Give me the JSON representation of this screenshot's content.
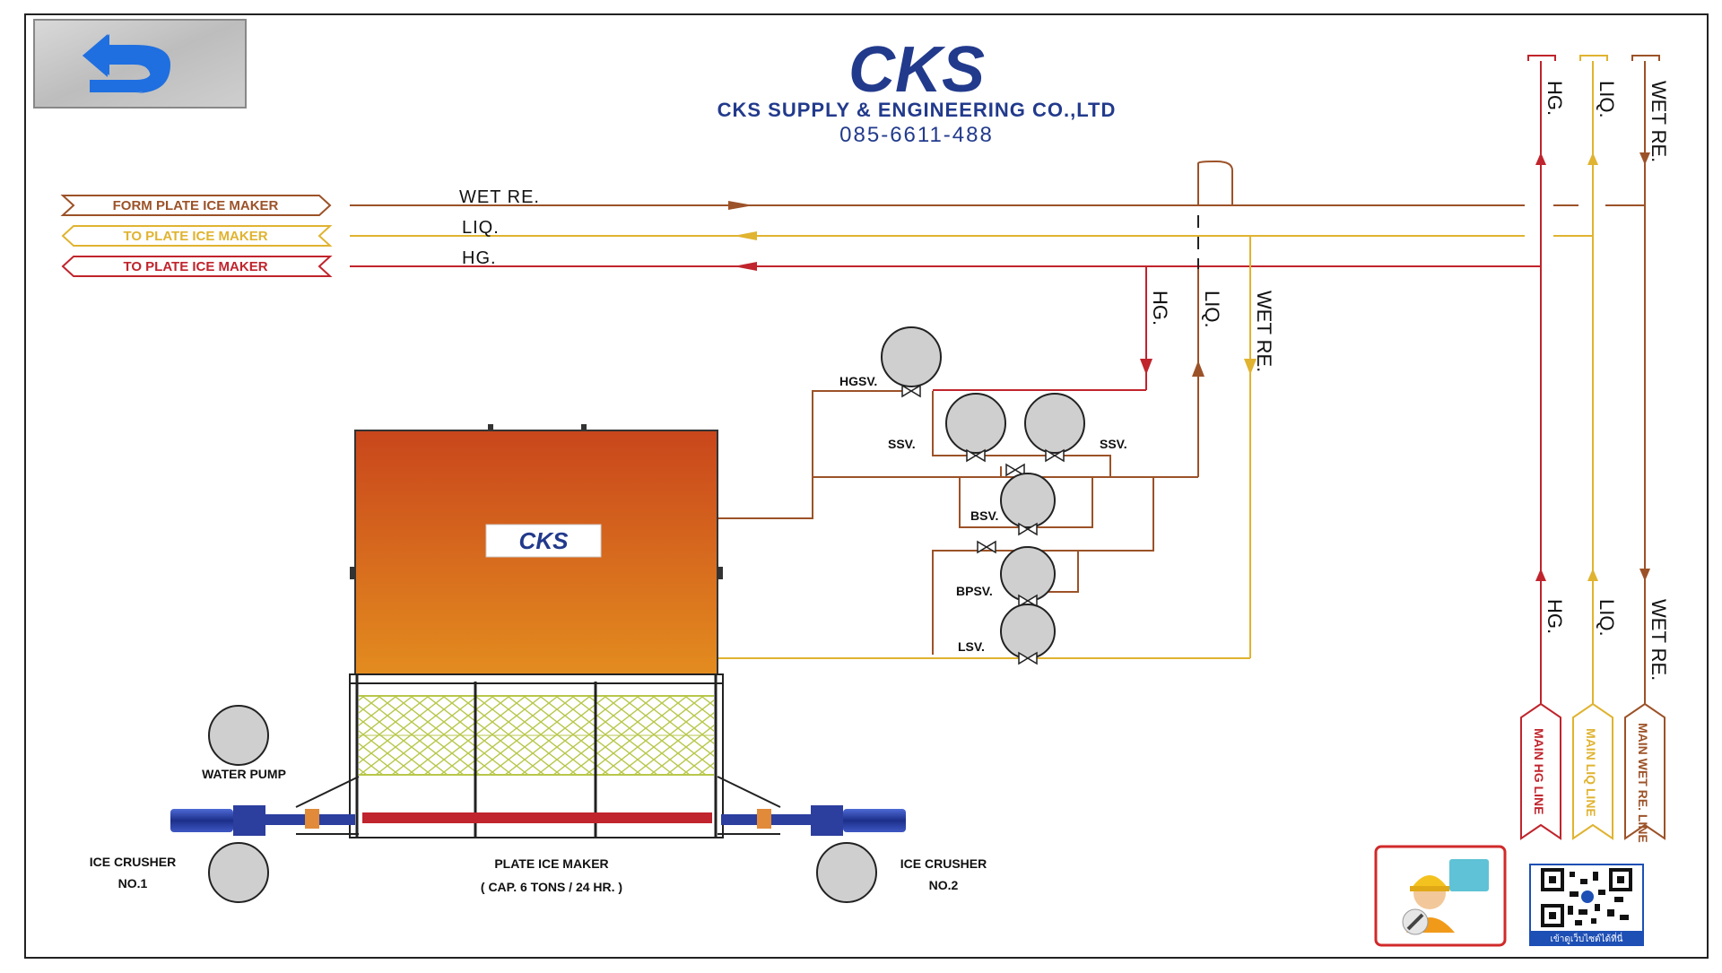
{
  "company": {
    "logo": "CKS",
    "name": "CKS SUPPLY & ENGINEERING CO.,LTD",
    "phone": "085-6611-488"
  },
  "colors": {
    "hg": "#c0242c",
    "liq": "#e0b330",
    "wet": "#9c5228",
    "machine_top": "#c9461c",
    "machine_bottom": "#e0851e",
    "logo_blue": "#223a8c"
  },
  "icons": {
    "back": "back-arrow-icon",
    "technician": "technician-icon",
    "qr": "qr-code-icon"
  },
  "tags": {
    "form_plate": "FORM  PLATE  ICE  MAKER",
    "to_plate_liq": "TO  PLATE  ICE  MAKER",
    "to_plate_hg": "TO  PLATE  ICE  MAKER"
  },
  "lines": {
    "wet_re": "WET   RE.",
    "liq": "LIQ.",
    "hg": "HG."
  },
  "vertical_labels": {
    "hg": "HG.",
    "liq": "LIQ.",
    "wet_re": "WET  RE."
  },
  "main_lines": {
    "hg": "MAIN  HG  LINE",
    "liq": "MAIN  LIQ  LINE",
    "wet": "MAIN  WET  RE.  LINE"
  },
  "valves": {
    "hgsv": "HGSV.",
    "ssv_left": "SSV.",
    "ssv_right": "SSV.",
    "bsv": "BSV.",
    "bpsv": "BPSV.",
    "lsv": "LSV."
  },
  "equipment": {
    "water_pump": "WATER    PUMP",
    "crusher1_l1": "ICE   CRUSHER",
    "crusher1_l2": "NO.1",
    "crusher2_l1": "ICE   CRUSHER",
    "crusher2_l2": "NO.2",
    "plate_l1": "PLATE  ICE  MAKER",
    "plate_l2": "( CAP.  6   TONS / 24 HR. )",
    "plate_logo": "CKS"
  },
  "qr": {
    "caption": "เข้าดูเว็บไซต์ได้ที่นี่"
  }
}
